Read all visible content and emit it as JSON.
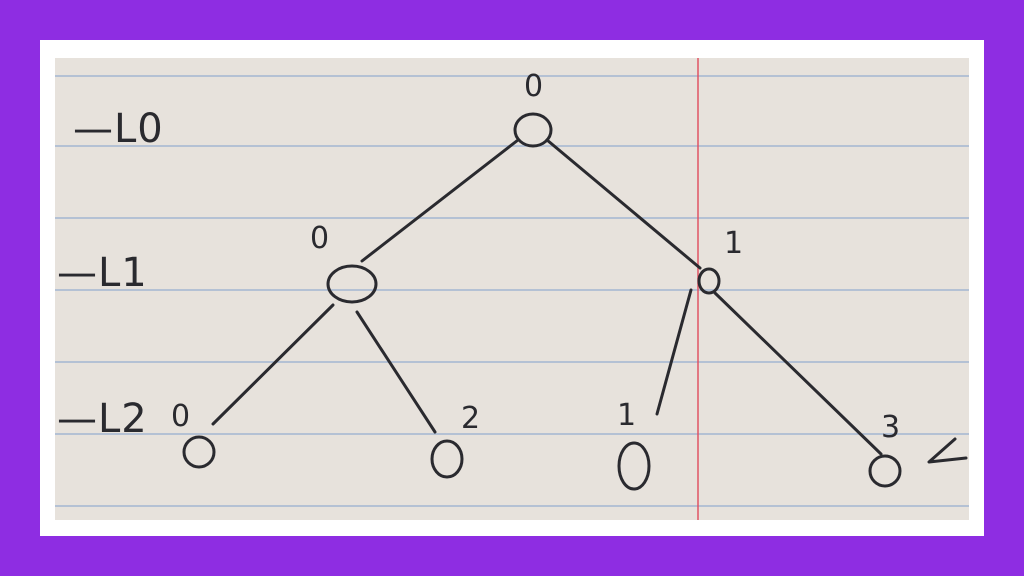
{
  "colors": {
    "frame": "#8e2de2",
    "card": "#ffffff",
    "paper": "#e7e2dc",
    "rule": "#8ea8cf",
    "margin": "#e04f5f",
    "ink": "#2a2a2f"
  },
  "levels": {
    "l0": "—L0",
    "l1": "—L1",
    "l2": "—L2"
  },
  "nodes": {
    "root": "0",
    "l1_left": "0",
    "l1_right": "1",
    "l2_a": "0",
    "l2_b": "2",
    "l2_c": "1",
    "l2_d": "3"
  }
}
